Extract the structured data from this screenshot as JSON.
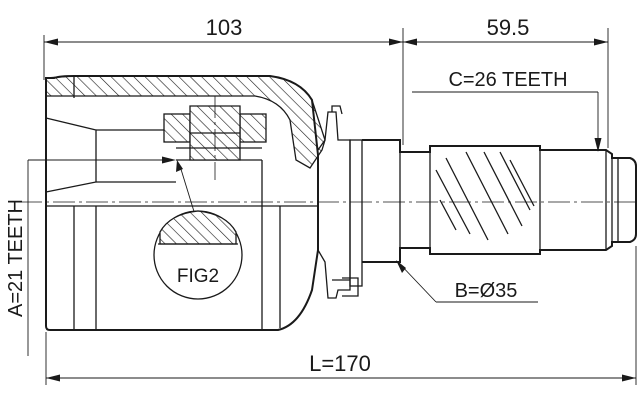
{
  "dimensions": {
    "left_length": "103",
    "right_length": "59.5",
    "total_length": "L=170"
  },
  "labels": {
    "outer_spline": "C=26 TEETH",
    "inner_spline": "A=21 TEETH",
    "shaft_diameter": "B=Ø35",
    "detail_callout": "FIG2"
  }
}
